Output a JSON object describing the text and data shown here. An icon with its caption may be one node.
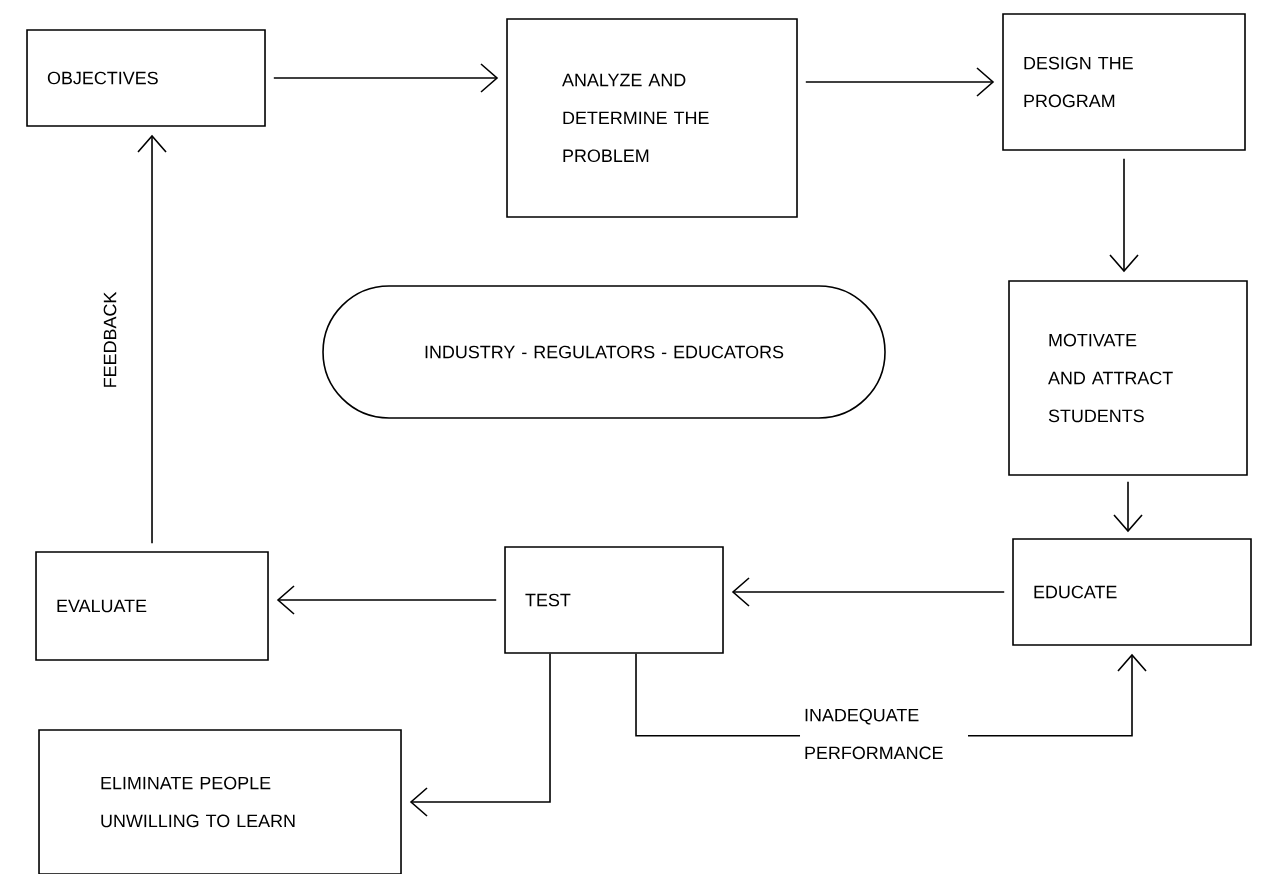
{
  "diagram": {
    "nodes": [
      {
        "text": [
          "OBJECTIVES"
        ]
      },
      {
        "text": [
          "ANALYZE AND DETERMINE THE PROBLEM"
        ]
      },
      {
        "text": [
          "DESIGN THE PROGRAM"
        ]
      },
      {
        "text": [
          "INDUSTRY - REGULATORS - EDUCATORS"
        ]
      },
      {
        "text": [
          "MOTIVATE AND ATTRACT STUDENTS"
        ]
      },
      {
        "text": [
          "EVALUATE"
        ]
      },
      {
        "text": [
          "TEST"
        ]
      },
      {
        "text": [
          "EDUCATE"
        ]
      },
      {
        "text": [
          "ELIMINATE PEOPLE UNWILLING TO LEARN"
        ]
      }
    ],
    "edges": [
      {
        "from": 0,
        "to": 1,
        "arrow": "to"
      },
      {
        "from": 1,
        "to": 2,
        "arrow": "to"
      },
      {
        "from": 2,
        "to": 4,
        "arrow": "to"
      },
      {
        "from": 4,
        "to": 7,
        "arrow": "to"
      },
      {
        "from": 7,
        "to": 6,
        "arrow": "to"
      },
      {
        "from": 6,
        "to": 5,
        "arrow": "to"
      },
      {
        "from": 5,
        "to": 0,
        "arrow": "to",
        "label": "FEEDBACK"
      },
      {
        "from": 6,
        "to": 8,
        "arrow": "to"
      },
      {
        "from": 6,
        "to": 7,
        "arrow": "to",
        "label": "INADEQUATE PERFORMANCE"
      }
    ]
  }
}
